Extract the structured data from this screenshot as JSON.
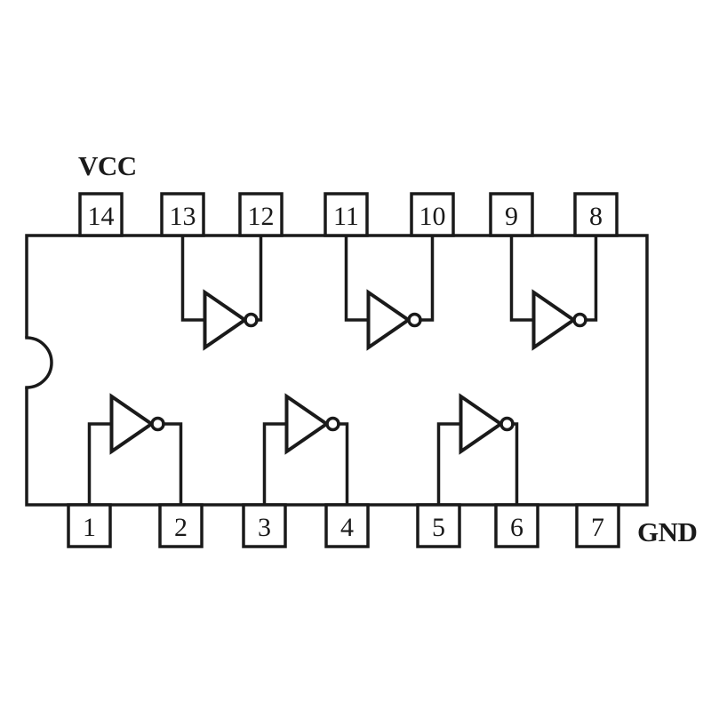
{
  "diagram": {
    "kind": "ic-pin-diagram",
    "package": "DIP-14",
    "background_color": "#ffffff",
    "line_color": "#1a1a1a",
    "power_label_top": "VCC",
    "power_label_bottom": "GND"
  },
  "pins": {
    "top": [
      {
        "label": "14"
      },
      {
        "label": "13"
      },
      {
        "label": "12"
      },
      {
        "label": "11"
      },
      {
        "label": "10"
      },
      {
        "label": "9"
      },
      {
        "label": "8"
      }
    ],
    "bottom": [
      {
        "label": "1"
      },
      {
        "label": "2"
      },
      {
        "label": "3"
      },
      {
        "label": "4"
      },
      {
        "label": "5"
      },
      {
        "label": "6"
      },
      {
        "label": "7"
      }
    ]
  },
  "gates": [
    {
      "type": "inverter",
      "input_pin": "13",
      "output_pin": "12"
    },
    {
      "type": "inverter",
      "input_pin": "11",
      "output_pin": "10"
    },
    {
      "type": "inverter",
      "input_pin": "9",
      "output_pin": "8"
    },
    {
      "type": "inverter",
      "input_pin": "1",
      "output_pin": "2"
    },
    {
      "type": "inverter",
      "input_pin": "3",
      "output_pin": "4"
    },
    {
      "type": "inverter",
      "input_pin": "5",
      "output_pin": "6"
    }
  ]
}
